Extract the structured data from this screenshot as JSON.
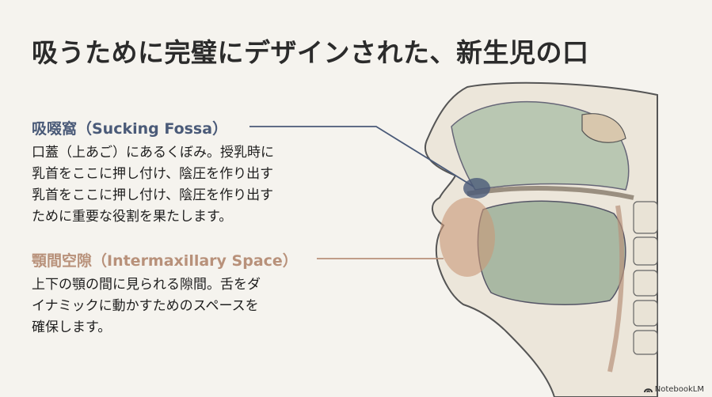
{
  "title": "吸うために完璧にデザインされた、新生児の口",
  "callouts": [
    {
      "heading": "吸啜窩（Sucking Fossa）",
      "lines": [
        "口蓋（上あご）にあるくぼみ。授乳時に",
        "乳首をここに押し付け、陰圧を作り出す",
        "乳首をここに押し付け、陰圧を作り出す",
        "ために重要な役割を果たします。"
      ],
      "color": "#4a5a78"
    },
    {
      "heading": "顎間空隙（Intermaxillary Space）",
      "lines": [
        "上下の顎の間に見られる隙間。舌をダ",
        "イナミックに動かすためのスペースを",
        "確保します。"
      ],
      "color": "#b8917a"
    }
  ],
  "illustration_icon": "sagittal-head-anatomy-illustration",
  "brand": {
    "label": "NotebookLM",
    "icon": "notebooklm-logo-icon"
  }
}
